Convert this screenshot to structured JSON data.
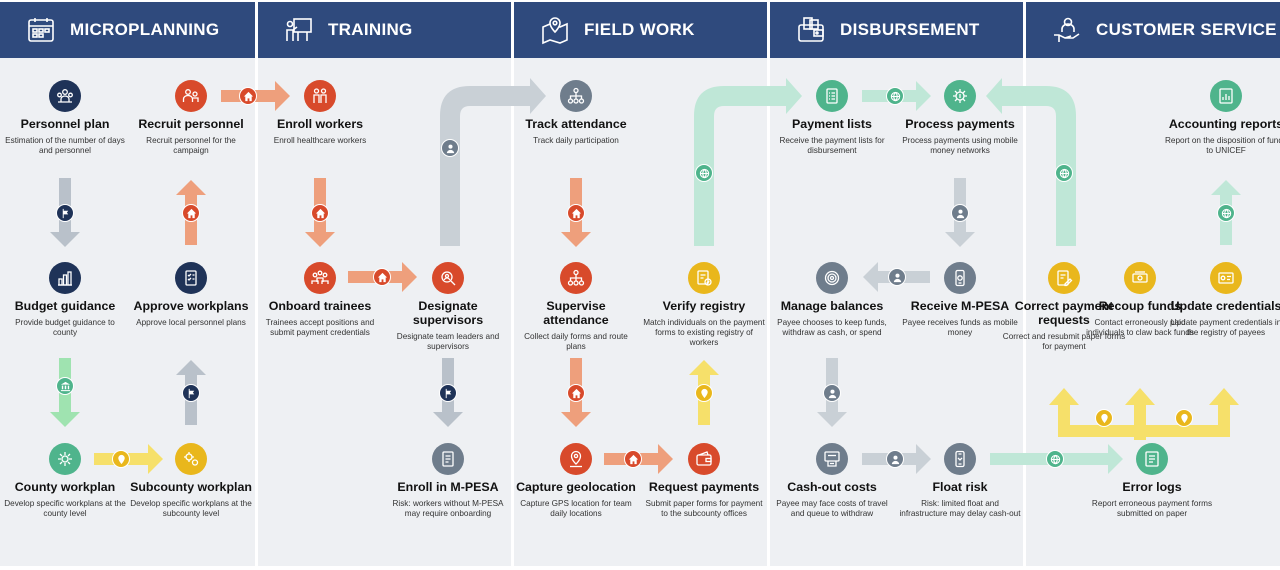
{
  "phases": [
    {
      "key": "microplanning",
      "title": "MICROPLANNING",
      "icon": "calendar-icon"
    },
    {
      "key": "training",
      "title": "TRAINING",
      "icon": "presentation-board-icon"
    },
    {
      "key": "field_work",
      "title": "FIELD WORK",
      "icon": "map-pin-icon"
    },
    {
      "key": "disbursement",
      "title": "DISBURSEMENT",
      "icon": "wallet-icon"
    },
    {
      "key": "customer_service",
      "title": "CUSTOMER SERVICE",
      "icon": "hand-person-icon"
    }
  ],
  "colors": {
    "header": "#2f4a7d",
    "navy": "#1f3358",
    "red": "#d84a2b",
    "yellow": "#e9b71c",
    "gray": "#6f7d8c",
    "green": "#4fb48c",
    "arrow_gray": "#b9c1ca",
    "arrow_orange": "#ee9f7c",
    "arrow_yellow": "#f6e06a",
    "arrow_mint": "#bfe7d7",
    "arrow_green": "#9fe3b0"
  },
  "nodes": {
    "personnel_plan": {
      "title": "Personnel plan",
      "desc": "Estimation of the number of days and personnel",
      "icon": "people-meeting-icon",
      "color": "navy"
    },
    "recruit_personnel": {
      "title": "Recruit personnel",
      "desc": "Recruit personnel for the campaign",
      "icon": "recruit-people-icon",
      "color": "red"
    },
    "budget_guidance": {
      "title": "Budget guidance",
      "desc": "Provide budget guidance to county",
      "icon": "budget-chart-icon",
      "color": "navy"
    },
    "approve_workplans": {
      "title": "Approve workplans",
      "desc": "Approve local personnel plans",
      "icon": "checklist-icon",
      "color": "navy"
    },
    "county_workplan": {
      "title": "County workplan",
      "desc": "Develop specific workplans at the county level",
      "icon": "gear-network-icon",
      "color": "green"
    },
    "subcounty_workplan": {
      "title": "Subcounty workplan",
      "desc": "Develop specific workplans at the subcounty level",
      "icon": "gears-icon",
      "color": "yellow"
    },
    "enroll_workers": {
      "title": "Enroll workers",
      "desc": "Enroll healthcare workers",
      "icon": "people-pair-icon",
      "color": "red"
    },
    "onboard_trainees": {
      "title": "Onboard trainees",
      "desc": "Trainees accept positions and submit payment credentials",
      "icon": "group-icon",
      "color": "red"
    },
    "designate_supervisors": {
      "title": "Designate supervisors",
      "desc": "Designate team leaders and supervisors",
      "icon": "magnifier-person-icon",
      "color": "red"
    },
    "enroll_mpesa": {
      "title": "Enroll in M-PESA",
      "desc": "Risk: workers without M-PESA may require onboarding",
      "icon": "document-icon",
      "color": "gray"
    },
    "track_attendance": {
      "title": "Track attendance",
      "desc": "Track daily participation",
      "icon": "hierarchy-icon",
      "color": "gray"
    },
    "supervise_attendance": {
      "title": "Supervise attendance",
      "desc": "Collect daily forms and route plans",
      "icon": "hierarchy-icon",
      "color": "red"
    },
    "capture_geolocation": {
      "title": "Capture geolocation",
      "desc": "Capture GPS location for team daily locations",
      "icon": "location-icon",
      "color": "red"
    },
    "verify_registry": {
      "title": "Verify registry",
      "desc": "Match individuals on the payment forms to existing registry of workers",
      "icon": "verify-document-icon",
      "color": "yellow"
    },
    "request_payments": {
      "title": "Request payments",
      "desc": "Submit paper forms for payment to the subcounty offices",
      "icon": "wallet-icon",
      "color": "red"
    },
    "payment_lists": {
      "title": "Payment lists",
      "desc": "Receive the payment lists for disbursement",
      "icon": "list-document-icon",
      "color": "green"
    },
    "process_payments": {
      "title": "Process payments",
      "desc": "Process payments using mobile money networks",
      "icon": "gear-money-icon",
      "color": "green"
    },
    "manage_balances": {
      "title": "Manage balances",
      "desc": "Payee chooses to keep funds, withdraw as cash, or spend",
      "icon": "target-icon",
      "color": "gray"
    },
    "receive_mpesa": {
      "title": "Receive M-PESA",
      "desc": "Payee receives funds as mobile money",
      "icon": "mobile-money-icon",
      "color": "gray"
    },
    "cash_out_costs": {
      "title": "Cash-out costs",
      "desc": "Payee may face costs of travel and queue to withdraw",
      "icon": "atm-icon",
      "color": "gray"
    },
    "float_risk": {
      "title": "Float risk",
      "desc": "Risk: limited float and infrastructure may delay cash-out",
      "icon": "phone-icon",
      "color": "gray"
    },
    "accounting_reports": {
      "title": "Accounting reports",
      "desc": "Report on the disposition of funds to UNICEF",
      "icon": "report-chart-icon",
      "color": "green"
    },
    "correct_requests": {
      "title": "Correct payment requests",
      "desc": "Correct and resubmit paper forms for payment",
      "icon": "edit-document-icon",
      "color": "yellow"
    },
    "recoup_funds": {
      "title": "Recoup funds",
      "desc": "Contact erroneously paid individuals to claw back funds",
      "icon": "cash-return-icon",
      "color": "yellow"
    },
    "update_credentials": {
      "title": "Update credentials",
      "desc": "Update payment credentials in the registry of payees",
      "icon": "credential-icon",
      "color": "yellow"
    },
    "error_logs": {
      "title": "Error logs",
      "desc": "Report erroneous payment forms submitted on paper",
      "icon": "log-icon",
      "color": "green"
    }
  }
}
